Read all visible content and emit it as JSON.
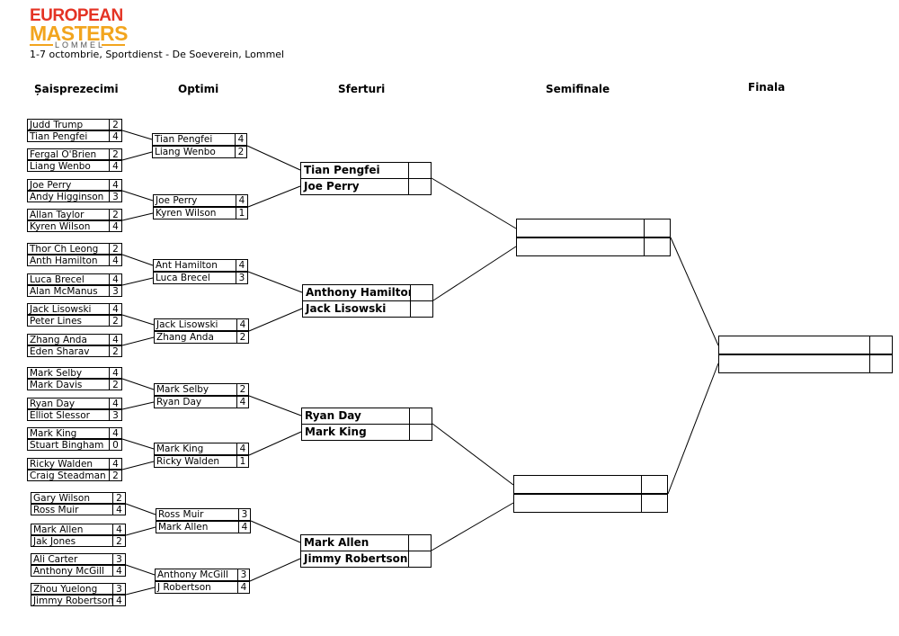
{
  "header": {
    "logo_line1": "EUROPEAN",
    "logo_line2": "MASTERS",
    "logo_line3": "LOMMEL",
    "subtitle": "1-7 octombrie, Sportdienst - De Soeverein, Lommel"
  },
  "rounds": {
    "r32": "Șaisprezecimi",
    "r16": "Optimi",
    "qf": "Sferturi",
    "sf": "Semifinale",
    "final": "Finala"
  },
  "bracket": {
    "r32": [
      {
        "p1": "Judd Trump",
        "s1": "2",
        "p2": "Tian Pengfei",
        "s2": "4"
      },
      {
        "p1": "Fergal O'Brien",
        "s1": "2",
        "p2": "Liang Wenbo",
        "s2": "4"
      },
      {
        "p1": "Joe Perry",
        "s1": "4",
        "p2": "Andy Higginson",
        "s2": "3"
      },
      {
        "p1": "Allan Taylor",
        "s1": "2",
        "p2": "Kyren Wilson",
        "s2": "4"
      },
      {
        "p1": "Thor Ch Leong",
        "s1": "2",
        "p2": "Anth Hamilton",
        "s2": "4"
      },
      {
        "p1": "Luca Brecel",
        "s1": "4",
        "p2": "Alan McManus",
        "s2": "3"
      },
      {
        "p1": "Jack Lisowski",
        "s1": "4",
        "p2": "Peter Lines",
        "s2": "2"
      },
      {
        "p1": "Zhang Anda",
        "s1": "4",
        "p2": "Eden Sharav",
        "s2": "2"
      },
      {
        "p1": "Mark Selby",
        "s1": "4",
        "p2": "Mark Davis",
        "s2": "2"
      },
      {
        "p1": "Ryan Day",
        "s1": "4",
        "p2": "Elliot Slessor",
        "s2": "3"
      },
      {
        "p1": "Mark King",
        "s1": "4",
        "p2": "Stuart Bingham",
        "s2": "0"
      },
      {
        "p1": "Ricky Walden",
        "s1": "4",
        "p2": "Craig Steadman",
        "s2": "2"
      },
      {
        "p1": "Gary Wilson",
        "s1": "2",
        "p2": "Ross Muir",
        "s2": "4"
      },
      {
        "p1": "Mark Allen",
        "s1": "4",
        "p2": "Jak Jones",
        "s2": "2"
      },
      {
        "p1": "Ali Carter",
        "s1": "3",
        "p2": "Anthony McGill",
        "s2": "4"
      },
      {
        "p1": "Zhou Yuelong",
        "s1": "3",
        "p2": "Jimmy Robertson",
        "s2": "4"
      }
    ],
    "r16": [
      {
        "p1": "Tian Pengfei",
        "s1": "4",
        "p2": "Liang Wenbo",
        "s2": "2"
      },
      {
        "p1": "Joe Perry",
        "s1": "4",
        "p2": "Kyren Wilson",
        "s2": "1"
      },
      {
        "p1": "Ant Hamilton",
        "s1": "4",
        "p2": "Luca Brecel",
        "s2": "3"
      },
      {
        "p1": "Jack Lisowski",
        "s1": "4",
        "p2": "Zhang Anda",
        "s2": "2"
      },
      {
        "p1": "Mark Selby",
        "s1": "2",
        "p2": "Ryan Day",
        "s2": "4"
      },
      {
        "p1": "Mark King",
        "s1": "4",
        "p2": "Ricky Walden",
        "s2": "1"
      },
      {
        "p1": "Ross Muir",
        "s1": "3",
        "p2": "Mark Allen",
        "s2": "4"
      },
      {
        "p1": "Anthony McGill",
        "s1": "3",
        "p2": "J Robertson",
        "s2": "4"
      }
    ],
    "qf": [
      {
        "p1": "Tian Pengfei",
        "s1": "",
        "p2": "Joe Perry",
        "s2": ""
      },
      {
        "p1": "Anthony Hamilton",
        "s1": "",
        "p2": "Jack Lisowski",
        "s2": ""
      },
      {
        "p1": "Ryan Day",
        "s1": "",
        "p2": "Mark King",
        "s2": ""
      },
      {
        "p1": "Mark Allen",
        "s1": "",
        "p2": "Jimmy Robertson",
        "s2": ""
      }
    ],
    "sf": [
      {
        "p1": "",
        "s1": "",
        "p2": "",
        "s2": ""
      },
      {
        "p1": "",
        "s1": "",
        "p2": "",
        "s2": ""
      }
    ],
    "final": [
      {
        "p1": "",
        "s1": "",
        "p2": "",
        "s2": ""
      }
    ]
  }
}
